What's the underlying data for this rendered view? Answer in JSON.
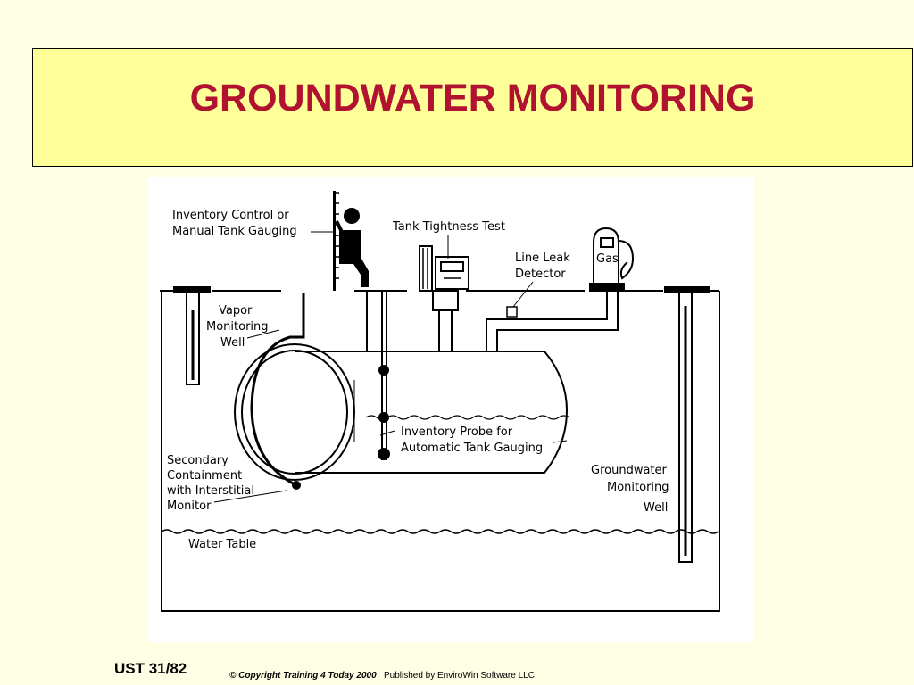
{
  "slide": {
    "title": "GROUNDWATER MONITORING",
    "footer_id": "UST  31/82",
    "copyright": "© Copyright Training 4 Today 2000",
    "publisher": "Published by EnviroWin Software LLC."
  },
  "diagram": {
    "labels": {
      "inventory_control_1": "Inventory Control or",
      "inventory_control_2": "Manual Tank Gauging",
      "tank_tightness": "Tank Tightness Test",
      "line_leak_1": "Line Leak",
      "line_leak_2": "Detector",
      "gas": "Gas",
      "vapor_1": "Vapor",
      "vapor_2": "Monitoring",
      "vapor_3": "Well",
      "probe_1": "Inventory Probe for",
      "probe_2": "Automatic Tank Gauging",
      "secondary_1": "Secondary",
      "secondary_2": "Containment",
      "secondary_3": "with Interstitial",
      "secondary_4": "Monitor",
      "gw_1": "Groundwater",
      "gw_2": "Monitoring",
      "gw_3": "Well",
      "water_table": "Water Table"
    }
  }
}
